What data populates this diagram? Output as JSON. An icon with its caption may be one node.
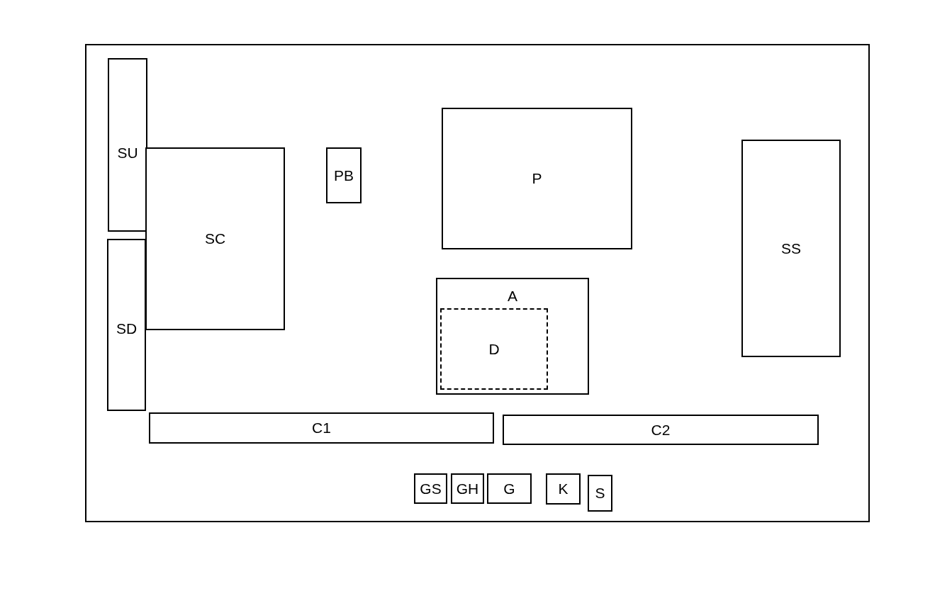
{
  "diagram": {
    "nodes": [
      {
        "text": [],
        "shape": "box"
      },
      {
        "text": [
          "SU"
        ],
        "in": 0
      },
      {
        "text": [
          "SD"
        ],
        "in": 0
      },
      {
        "text": [
          "SC"
        ],
        "in": 0
      },
      {
        "text": [
          "PB"
        ],
        "in": 0
      },
      {
        "text": [
          "P"
        ],
        "in": 0
      },
      {
        "text": [
          "SS"
        ],
        "in": 0
      },
      {
        "text": [
          "A"
        ],
        "in": 0
      },
      {
        "text": [
          "D"
        ],
        "in": 7
      },
      {
        "text": [
          "C1"
        ],
        "in": 0
      },
      {
        "text": [
          "C2"
        ],
        "in": 0
      },
      {
        "text": [
          "GS"
        ],
        "in": 0
      },
      {
        "text": [
          "GH"
        ],
        "in": 0
      },
      {
        "text": [
          "G"
        ],
        "in": 0
      },
      {
        "text": [
          "K"
        ],
        "in": 0
      },
      {
        "text": [
          "S"
        ],
        "in": 0
      }
    ]
  }
}
